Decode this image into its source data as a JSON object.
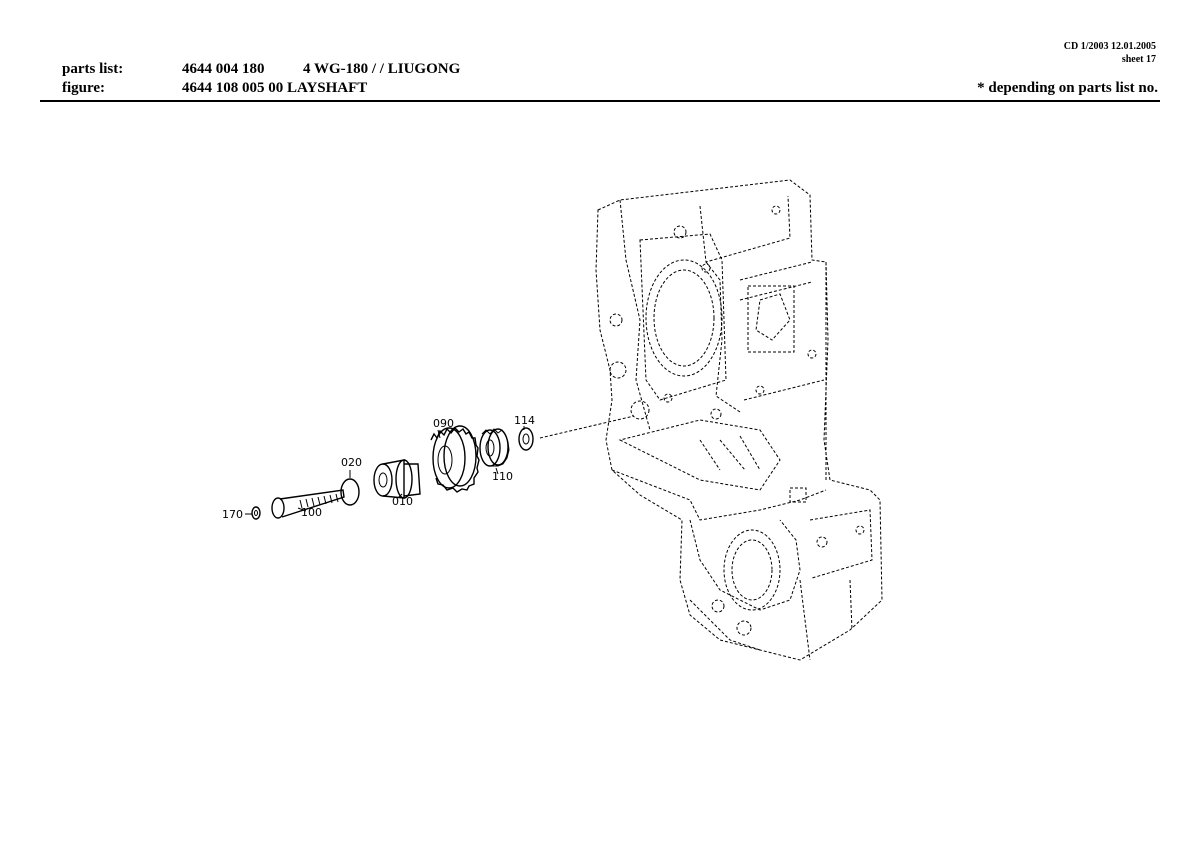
{
  "header": {
    "cd_info": "CD 1/2003 12.01.2005",
    "sheet": "sheet 17",
    "parts_list_label": "parts list:",
    "parts_list_number": "4644 004 180",
    "parts_list_model": "4 WG-180 /  / LIUGONG",
    "figure_label": "figure:",
    "figure_number": "4644 108 005 00 LAYSHAFT",
    "note": "*  depending on parts list no."
  },
  "callouts": {
    "p010": "010",
    "p020": "020",
    "p090": "090",
    "p100": "100",
    "p110": "110",
    "p114": "114",
    "p170": "170"
  }
}
